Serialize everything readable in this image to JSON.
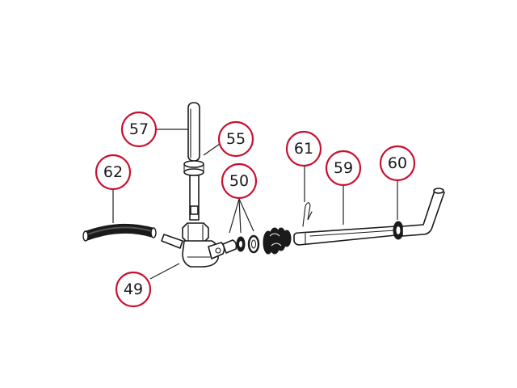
{
  "callouts": {
    "c57": "57",
    "c55": "55",
    "c62": "62",
    "c50": "50",
    "c61": "61",
    "c59": "59",
    "c60": "60",
    "c49": "49"
  },
  "colors": {
    "callout_ring": "#c8102e",
    "line": "#1a1a1a",
    "background": "#ffffff"
  }
}
